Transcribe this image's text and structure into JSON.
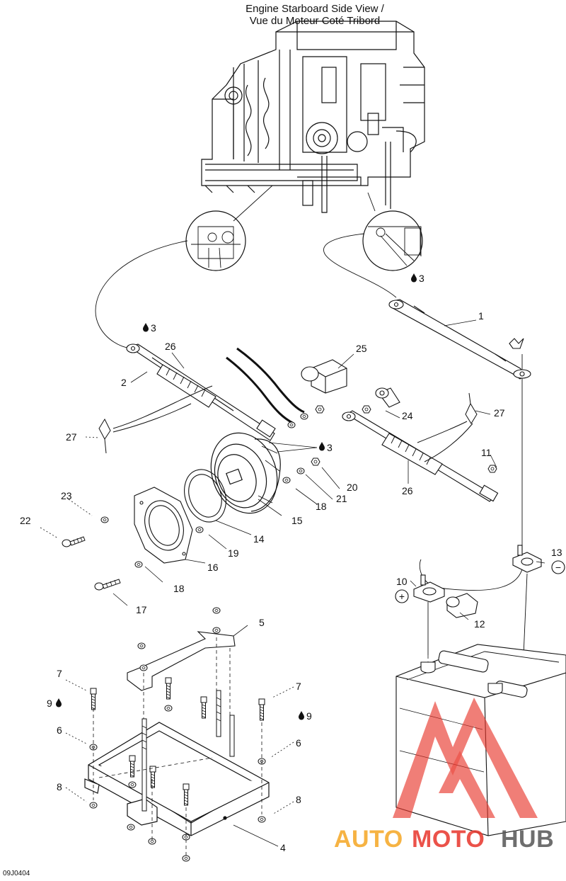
{
  "title": {
    "line1": "Engine Starboard Side View /",
    "line2": "Vue du Moteur Coté Tribord"
  },
  "drawing_code": "09J0404",
  "callouts": [
    {
      "id": "c1",
      "text": "1"
    },
    {
      "id": "c2",
      "text": "2"
    },
    {
      "id": "c3a",
      "text": "3"
    },
    {
      "id": "c3b",
      "text": "3"
    },
    {
      "id": "c3c",
      "text": "3"
    },
    {
      "id": "c4",
      "text": "4"
    },
    {
      "id": "c5",
      "text": "5"
    },
    {
      "id": "c6a",
      "text": "6"
    },
    {
      "id": "c6b",
      "text": "6"
    },
    {
      "id": "c7a",
      "text": "7"
    },
    {
      "id": "c7b",
      "text": "7"
    },
    {
      "id": "c8a",
      "text": "8"
    },
    {
      "id": "c8b",
      "text": "8"
    },
    {
      "id": "c9a",
      "text": "9"
    },
    {
      "id": "c9b",
      "text": "9"
    },
    {
      "id": "c10",
      "text": "10"
    },
    {
      "id": "c11",
      "text": "11"
    },
    {
      "id": "c12",
      "text": "12"
    },
    {
      "id": "c13",
      "text": "13"
    },
    {
      "id": "c14",
      "text": "14"
    },
    {
      "id": "c15",
      "text": "15"
    },
    {
      "id": "c16",
      "text": "16"
    },
    {
      "id": "c17",
      "text": "17"
    },
    {
      "id": "c18a",
      "text": "18"
    },
    {
      "id": "c18b",
      "text": "18"
    },
    {
      "id": "c19",
      "text": "19"
    },
    {
      "id": "c20",
      "text": "20"
    },
    {
      "id": "c21",
      "text": "21"
    },
    {
      "id": "c22",
      "text": "22"
    },
    {
      "id": "c23",
      "text": "23"
    },
    {
      "id": "c24",
      "text": "24"
    },
    {
      "id": "c25",
      "text": "25"
    },
    {
      "id": "c26a",
      "text": "26"
    },
    {
      "id": "c26b",
      "text": "26"
    },
    {
      "id": "c27a",
      "text": "27"
    },
    {
      "id": "c27b",
      "text": "27"
    }
  ],
  "polarity": {
    "plus": "+",
    "minus": "−"
  },
  "watermark": {
    "part1": "AUTO",
    "part2": "MOTO",
    "part3": "HUB"
  },
  "colors": {
    "line": "#111111",
    "watermark_orange": "#f5a623",
    "watermark_red": "#e8352b",
    "watermark_gray": "#555555"
  }
}
